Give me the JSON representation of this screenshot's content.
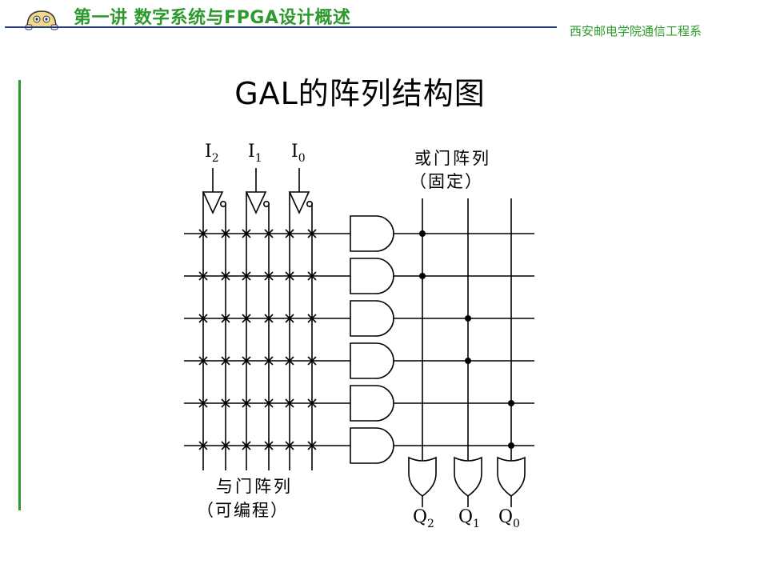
{
  "header": {
    "title": "第一讲 数字系统与FPGA设计概述",
    "institution": "西安邮电学院通信工程系"
  },
  "slide": {
    "title": "GAL的阵列结构图"
  },
  "diagram": {
    "inputs": [
      {
        "base": "I",
        "sub": "2"
      },
      {
        "base": "I",
        "sub": "1"
      },
      {
        "base": "I",
        "sub": "0"
      }
    ],
    "or_array_label": "或门阵列",
    "or_array_sublabel": "（固定）",
    "and_array_label": "与门阵列",
    "and_array_sublabel": "（可编程）",
    "outputs": [
      {
        "base": "Q",
        "sub": "2"
      },
      {
        "base": "Q",
        "sub": "1"
      },
      {
        "base": "Q",
        "sub": "0"
      }
    ]
  }
}
